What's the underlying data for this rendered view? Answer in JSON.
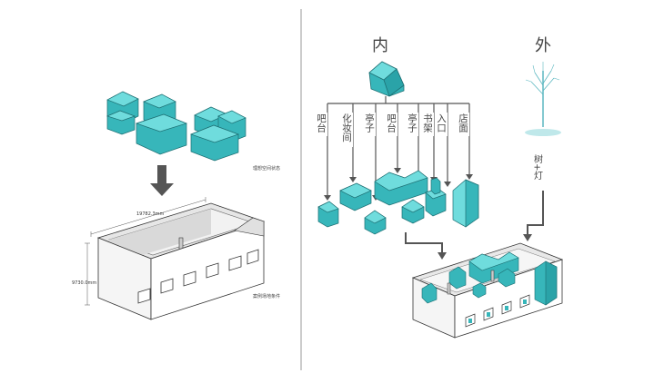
{
  "left_panel": {
    "caption_ideal": "理想空间状态",
    "caption_site": "案例场地条件",
    "dim_length": "19782.3mm",
    "dim_width": "9730.0mm"
  },
  "right_panel": {
    "title_inner": "内",
    "title_outer": "外",
    "inner_labels": [
      "吧台",
      "化妆间",
      "亭子",
      "吧台",
      "亭子",
      "书架",
      "入口",
      "店面"
    ],
    "outer_label": "树+灯"
  },
  "colors": {
    "block_top": "#5ed4d6",
    "block_side": "#37b6ba",
    "block_dark": "#1f8e93",
    "arrow": "#555555",
    "divider": "#9a9a9a"
  }
}
